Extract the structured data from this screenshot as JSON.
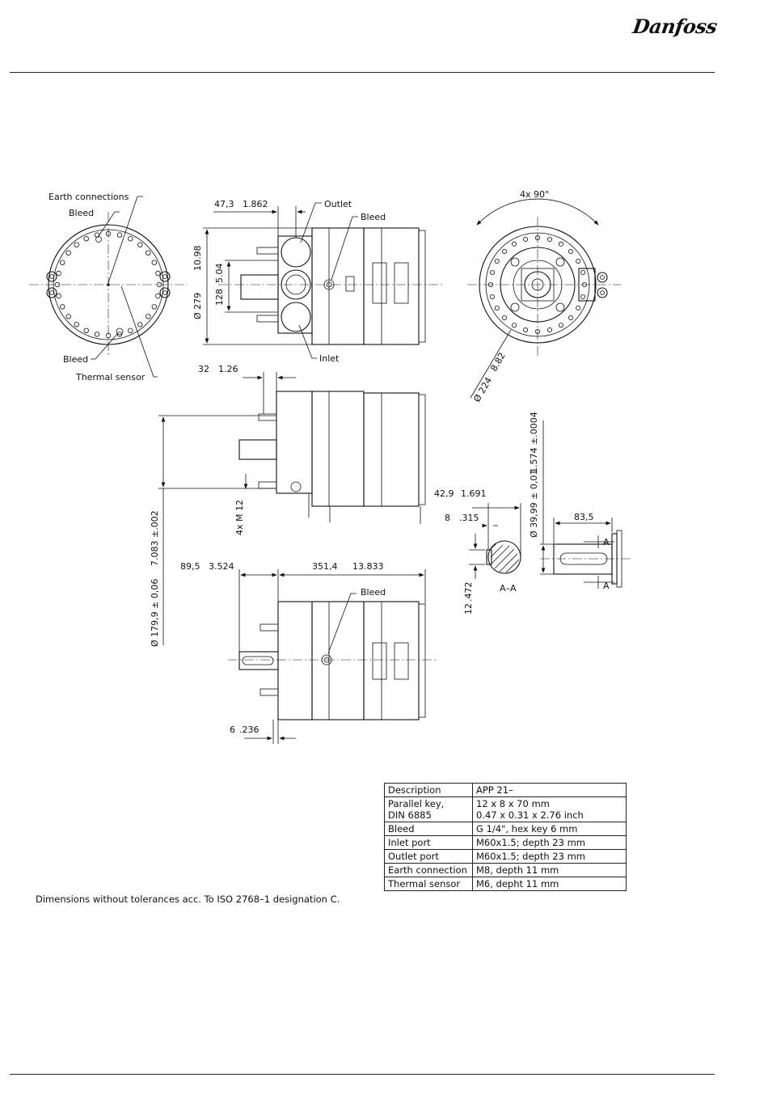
{
  "header": {
    "logo": "Danfoss"
  },
  "labels": {
    "earth_connections": "Earth connections",
    "bleed_front_top": "Bleed",
    "bleed_front_bottom": "Bleed",
    "thermal_sensor": "Thermal sensor",
    "outlet": "Outlet",
    "bleed_side": "Bleed",
    "inlet": "Inlet",
    "bleed_lower": "Bleed",
    "angle_4x90": "4x  90°",
    "section_aa": "A–A",
    "section_a_top": "A",
    "section_a_bottom": "A",
    "bolts_4x_m12": "4x  M 12"
  },
  "dimensions": {
    "d_47_3": "47,3",
    "d_47_3_in": "1.862",
    "d_279": "Ø 279",
    "d_279_in": "10.98",
    "d_128": "128",
    "d_128_in": "5.04",
    "d_224": "Ø 224",
    "d_224_in": "8.82",
    "d_32": "32",
    "d_32_in": "1.26",
    "d_179_9": "Ø 179,9  ± 0,06",
    "d_179_9_in": "7.083  ±.002",
    "d_89_5": "89,5",
    "d_89_5_in": "3.524",
    "d_351_4": "351,4",
    "d_351_4_in": "13.833",
    "d_6": "6",
    "d_6_in": ".236",
    "d_42_9": "42,9",
    "d_42_9_in": "1.691",
    "d_8": "8",
    "d_8_in": ".315",
    "d_12": "12",
    "d_12_in": ".472",
    "d_39_99": "Ø 39,99  ± 0,01",
    "d_39_99_in": "1.574  ±.0004",
    "d_83_5": "83,5"
  },
  "spec_table": {
    "rows": [
      {
        "label": "Description",
        "value": "APP 21–"
      },
      {
        "label": "Parallel key,\nDIN 6885",
        "value": "12 x 8 x 70 mm\n0.47 x 0.31 x 2.76 inch"
      },
      {
        "label": "Bleed",
        "value": "G 1/4\", hex key 6 mm"
      },
      {
        "label": "Inlet port",
        "value": "M60x1.5; depth 23 mm"
      },
      {
        "label": "Outlet port",
        "value": "M60x1.5; depth 23 mm"
      },
      {
        "label": "Earth connection",
        "value": "M8, depth 11 mm"
      },
      {
        "label": "Thermal sensor",
        "value": "M6, depht 11 mm"
      }
    ]
  },
  "note": "Dimensions without tolerances acc. To ISO 2768–1 designation C."
}
